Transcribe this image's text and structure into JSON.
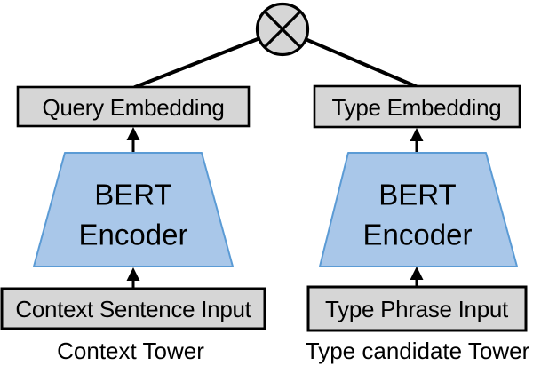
{
  "colors": {
    "background": "#FFFFFF",
    "shape_fill_gray": "#D6D6D6",
    "shape_border_black": "#000000",
    "encoder_fill_blue": "#A9C7E9",
    "encoder_border_blue": "#5B9BD5",
    "connector_black": "#000000",
    "text_black": "#000000"
  },
  "operator": {
    "icon": "circled-times-tensor-product",
    "glyph": "⊗"
  },
  "left_tower": {
    "embedding_label": "Query Embedding",
    "encoder_line1": "BERT",
    "encoder_line2": "Encoder",
    "input_label": "Context Sentence Input",
    "caption": "Context Tower"
  },
  "right_tower": {
    "embedding_label": "Type Embedding",
    "encoder_line1": "BERT",
    "encoder_line2": "Encoder",
    "input_label": "Type Phrase Input",
    "caption": "Type candidate Tower"
  }
}
